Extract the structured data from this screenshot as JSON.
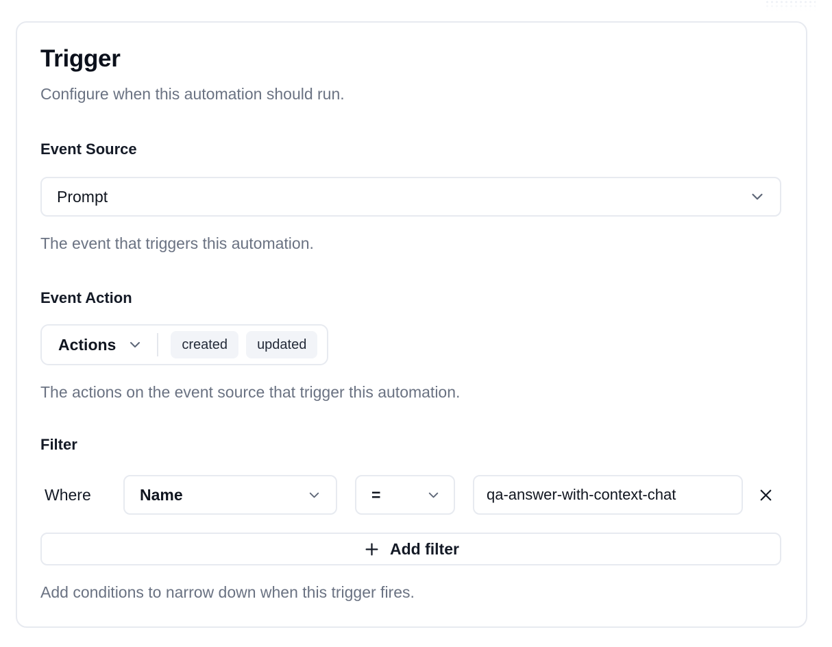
{
  "card": {
    "title": "Trigger",
    "subtitle": "Configure when this automation should run."
  },
  "event_source": {
    "label": "Event Source",
    "selected": "Prompt",
    "helper": "The event that triggers this automation."
  },
  "event_action": {
    "label": "Event Action",
    "dropdown_label": "Actions",
    "selected_actions": [
      "created",
      "updated"
    ],
    "helper": "The actions on the event source that trigger this automation."
  },
  "filter": {
    "label": "Filter",
    "row": {
      "prefix": "Where",
      "field": "Name",
      "operator": "=",
      "value": "qa-answer-with-context-chat"
    },
    "add_button_label": "Add filter",
    "helper": "Add conditions to narrow down when this trigger fires."
  },
  "icons": {
    "chevron_down": "chevron-down",
    "close": "x-close",
    "plus": "plus"
  },
  "colors": {
    "text_primary": "#10151f",
    "text_muted": "#6a7282",
    "border": "#e7eaf0",
    "tag_background": "#f2f4f8",
    "icon": "#5d6677"
  }
}
